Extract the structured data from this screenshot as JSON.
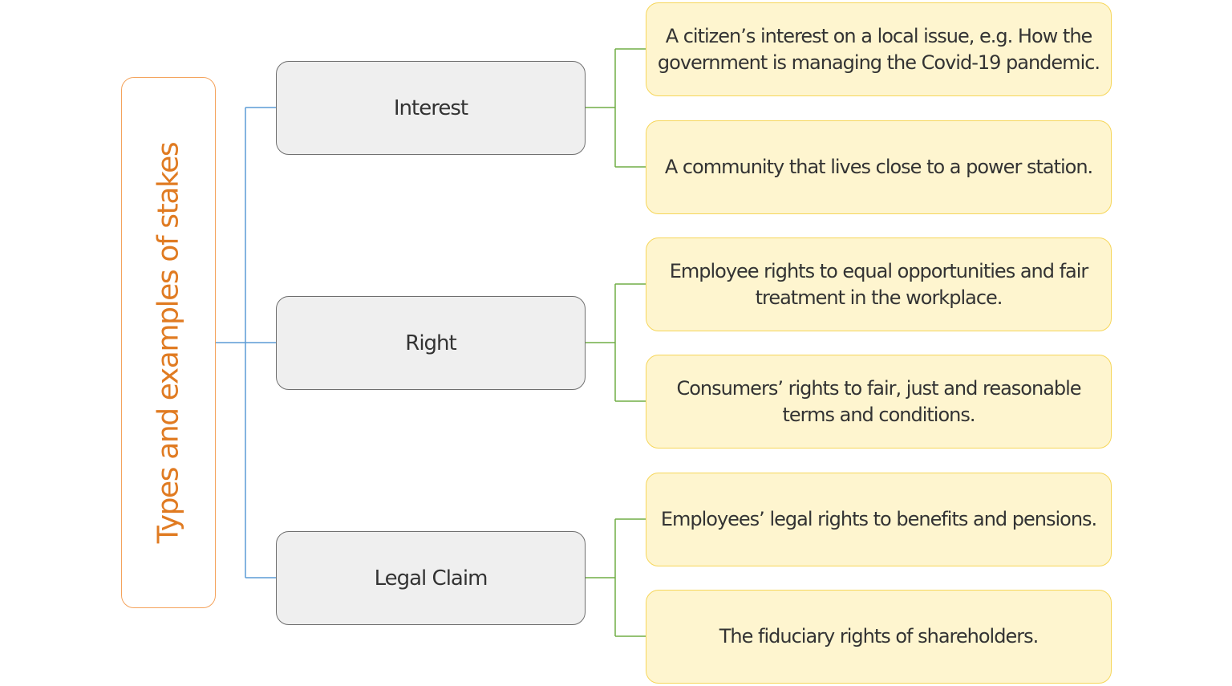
{
  "root": {
    "label": "Types and examples of stakes"
  },
  "categories": [
    {
      "label": "Interest",
      "examples": [
        "A citizen’s interest on a local issue, e.g. How the government is managing the Covid-19 pandemic.",
        "A community that lives close to a power station."
      ]
    },
    {
      "label": "Right",
      "examples": [
        "Employee rights to equal opportunities and fair treatment in the workplace.",
        "Consumers’ rights to fair, just and reasonable terms and conditions."
      ]
    },
    {
      "label": "Legal Claim",
      "examples": [
        "Employees’ legal rights to benefits and pensions.",
        "The fiduciary rights of shareholders."
      ]
    }
  ],
  "colors": {
    "root_border": "#f4a35c",
    "root_text": "#e07b22",
    "category_fill": "#efefef",
    "category_border": "#6f6f6f",
    "example_fill": "#fef5cf",
    "example_border": "#f6d65a",
    "root_connector": "#5b9bd5",
    "example_connector": "#70ad47"
  }
}
